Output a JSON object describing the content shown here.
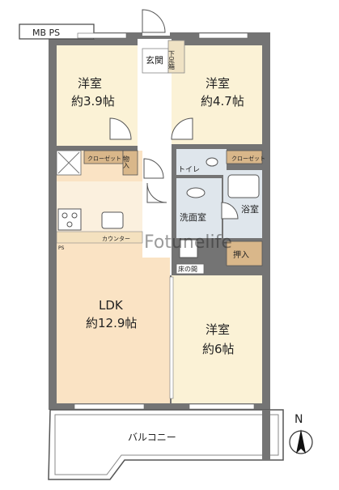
{
  "mb_ps": "MB PS",
  "genkan": "玄関",
  "getabako": "下足箱",
  "room_nw": {
    "name": "洋室",
    "size": "約3.9帖"
  },
  "room_ne": {
    "name": "洋室",
    "size": "約4.7帖"
  },
  "room_se": {
    "name": "洋室",
    "size": "約6帖"
  },
  "ldk": {
    "name": "LDK",
    "size": "約12.9帖"
  },
  "closet": "クローゼット",
  "monoire": "物入",
  "toilet": "トイレ",
  "senmen": "洗面室",
  "yokushitsu": "浴室",
  "oshiire": "押入",
  "tokonoma": "床の間",
  "counter": "カウンター",
  "ps": "PS",
  "balcony": "バルコニー",
  "north": "N",
  "watermark": "Fotunelife",
  "colors": {
    "room_fill": "#fbf2d6",
    "ldk_fill": "#fae3c4",
    "wet_fill": "#dfe6ec",
    "wall": "#747474",
    "closet_fill": "#d9b78a"
  }
}
